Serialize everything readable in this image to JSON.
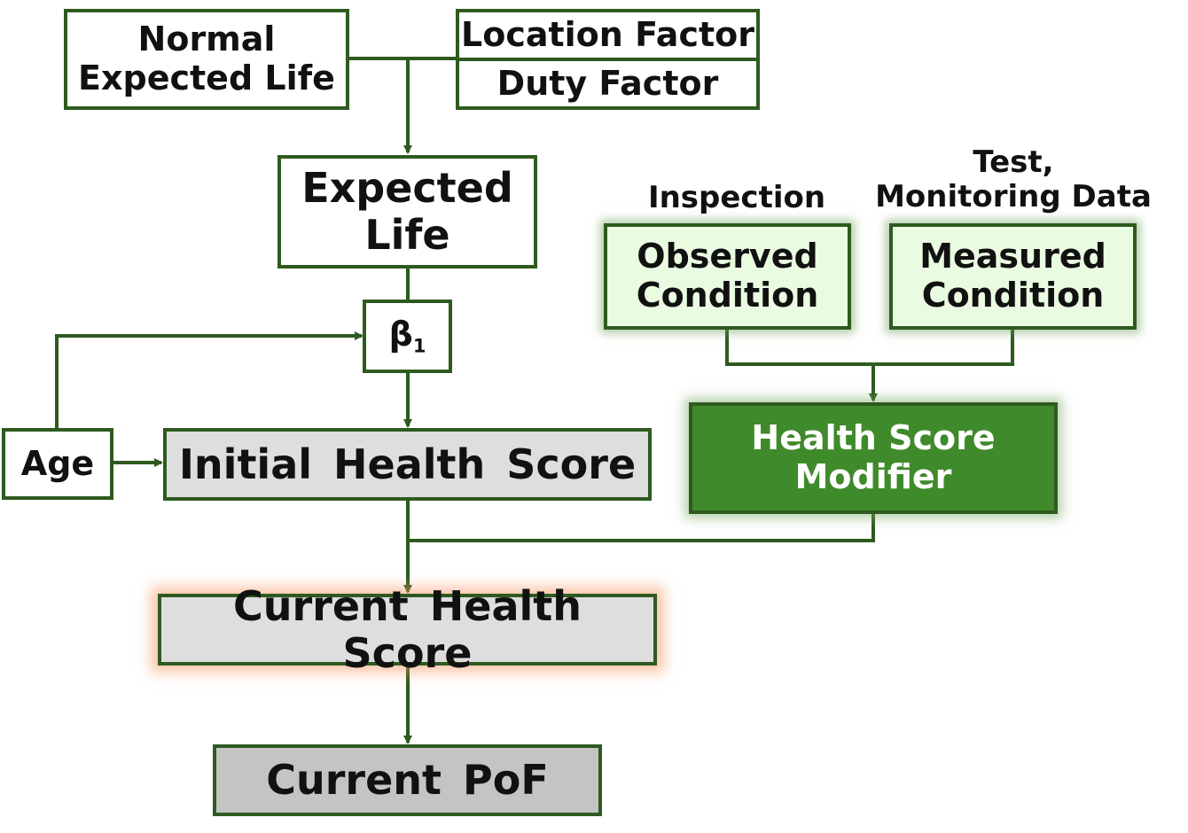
{
  "nodes": {
    "normal_expected_life": "Normal\nExpected Life",
    "location_factor": "Location Factor",
    "duty_factor": "Duty Factor",
    "expected_life": "Expected\nLife",
    "beta_symbol": "β",
    "beta_subscript": "1",
    "age": "Age",
    "initial_health_score": "Initial Health Score",
    "observed_condition": "Observed\nCondition",
    "measured_condition": "Measured\nCondition",
    "health_score_modifier": "Health Score\nModifier",
    "current_health_score": "Current Health Score",
    "current_pof": "Current PoF"
  },
  "labels": {
    "inspection": "Inspection",
    "test_monitoring": "Test,\nMonitoring Data"
  },
  "colors": {
    "border": "#2e5a1f",
    "connector": "#2e5a1f",
    "modifier_fill": "#3f8a2a",
    "condition_fill": "#e9fbe1",
    "score_fill": "#dedede",
    "pof_fill": "#c4c4c4",
    "highlight_glow": "#f49664"
  }
}
